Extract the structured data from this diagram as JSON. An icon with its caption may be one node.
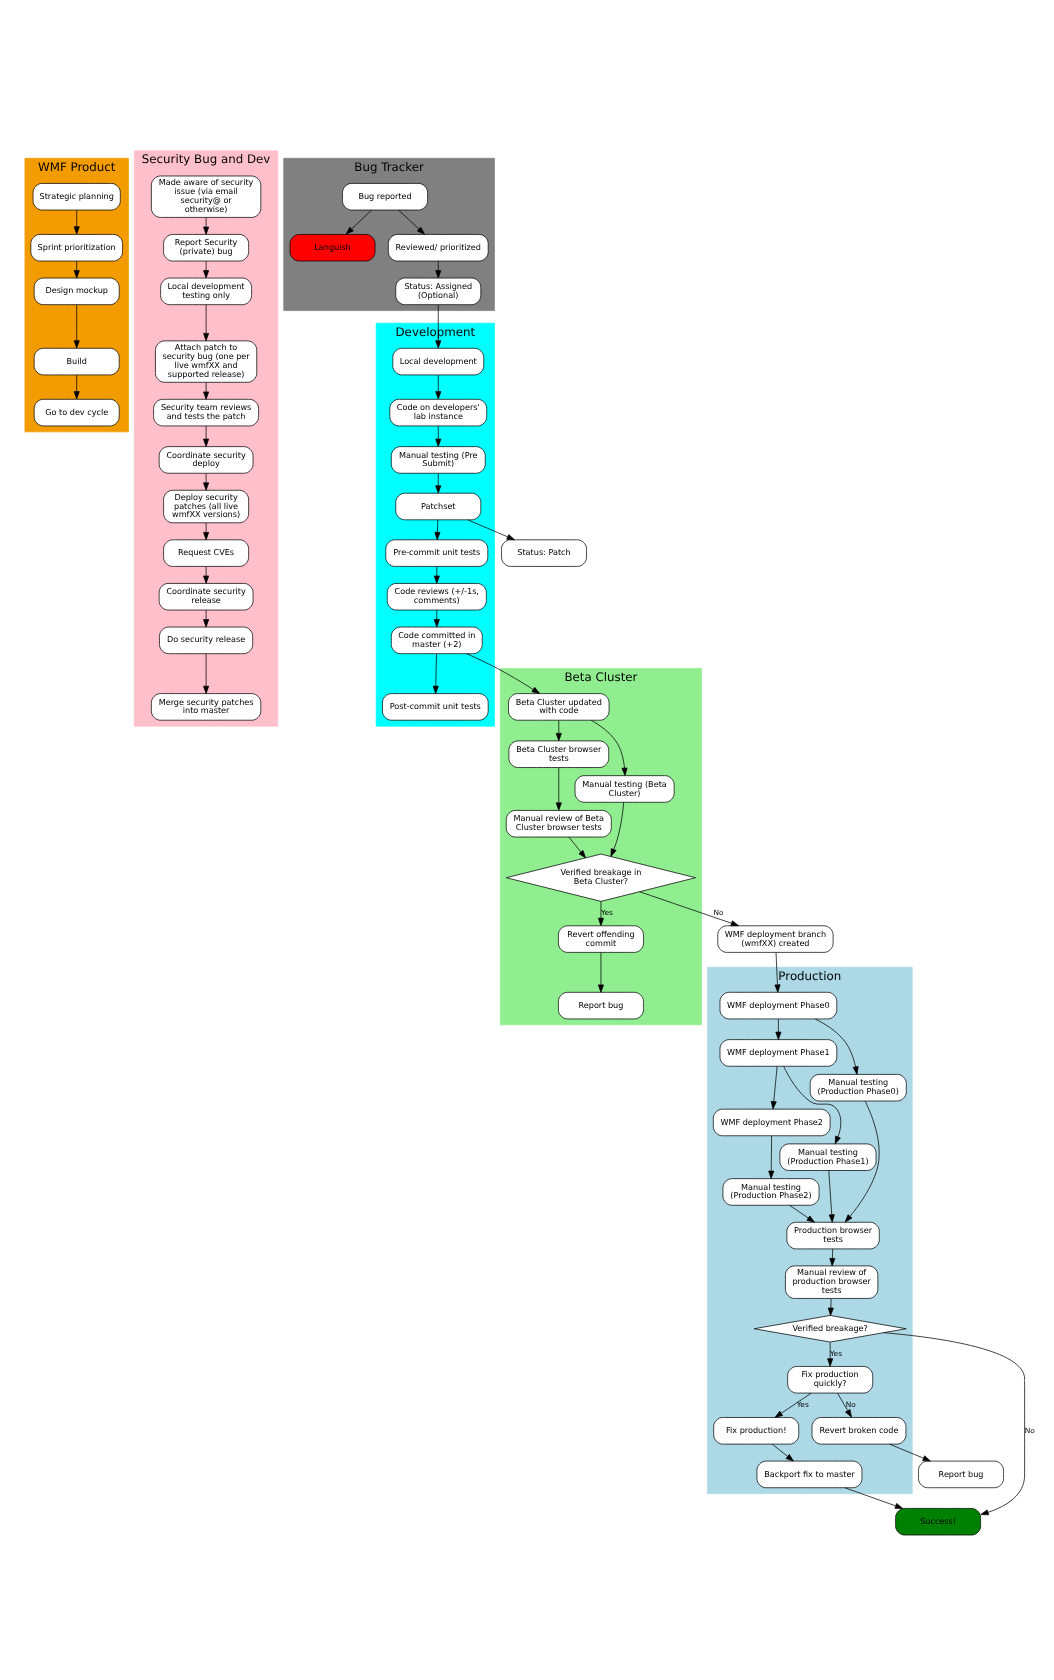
{
  "diagram": {
    "nodes": [
      {
        "text": [
          "WMF Product"
        ]
      },
      {
        "text": [
          "Strategic planning"
        ],
        "in": 0
      },
      {
        "text": [
          "Sprint prioritization"
        ],
        "in": 0
      },
      {
        "text": [
          "Design mockup"
        ],
        "in": 0
      },
      {
        "text": [
          "Build"
        ],
        "in": 0
      },
      {
        "text": [
          "Go to dev cycle"
        ],
        "in": 0
      },
      {
        "text": [
          "Security Bug and Dev"
        ]
      },
      {
        "text": [
          "Made aware of security issue (via email security@ or otherwise)"
        ],
        "in": 6
      },
      {
        "text": [
          "Report Security (private) bug"
        ],
        "in": 6
      },
      {
        "text": [
          "Local development testing only"
        ],
        "in": 6
      },
      {
        "text": [
          "Attach patch to security bug (one per live wmfXX and supported release)"
        ],
        "in": 6
      },
      {
        "text": [
          "Security team reviews and tests the patch"
        ],
        "in": 6
      },
      {
        "text": [
          "Coordinate security deploy"
        ],
        "in": 6
      },
      {
        "text": [
          "Deploy security patches (all live wmfXX versions)"
        ],
        "in": 6
      },
      {
        "text": [
          "Request CVEs"
        ],
        "in": 6
      },
      {
        "text": [
          "Coordinate security release"
        ],
        "in": 6
      },
      {
        "text": [
          "Do security release"
        ],
        "in": 6
      },
      {
        "text": [
          "Merge security patches into master"
        ],
        "in": 6
      },
      {
        "text": [
          "Bug Tracker"
        ]
      },
      {
        "text": [
          "Bug reported"
        ],
        "in": 18
      },
      {
        "text": [
          "Languish"
        ],
        "in": 18
      },
      {
        "text": [
          "Reviewed/ prioritized"
        ],
        "in": 18
      },
      {
        "text": [
          "Status: Assigned (Optional)"
        ],
        "in": 18
      },
      {
        "text": [
          "Development"
        ]
      },
      {
        "text": [
          "Local development"
        ],
        "in": 23
      },
      {
        "text": [
          "Code on developers' lab instance"
        ],
        "in": 23
      },
      {
        "text": [
          "Manual testing (Pre Submit)"
        ],
        "in": 23
      },
      {
        "text": [
          "Patchset"
        ],
        "in": 23
      },
      {
        "text": [
          "Status: Patch"
        ]
      },
      {
        "text": [
          "Pre-commit unit tests"
        ],
        "in": 23
      },
      {
        "text": [
          "Code reviews (+/-1s, comments)"
        ],
        "in": 23
      },
      {
        "text": [
          "Code committed in master (+2)"
        ],
        "in": 23
      },
      {
        "text": [
          "Post-commit unit tests"
        ],
        "in": 23
      },
      {
        "text": [
          "Beta Cluster"
        ]
      },
      {
        "text": [
          "Beta Cluster updated with code"
        ],
        "in": 33
      },
      {
        "text": [
          "Beta Cluster browser tests"
        ],
        "in": 33
      },
      {
        "text": [
          "Manual review of Beta Cluster browser tests"
        ],
        "in": 33
      },
      {
        "text": [
          "Verified breakage in Beta Cluster?"
        ],
        "in": 33
      },
      {
        "text": [
          "Revert offending commit"
        ],
        "in": 33
      },
      {
        "text": [
          "Report bug"
        ],
        "in": 33
      },
      {
        "text": [
          "Manual testing (Beta Cluster)"
        ],
        "in": 33
      },
      {
        "text": [
          "WMF deployment branch (wmfXX) created"
        ]
      },
      {
        "text": [
          "Production"
        ]
      },
      {
        "text": [
          "WMF deployment Phase0"
        ],
        "in": 42
      },
      {
        "text": [
          "WMF deployment Phase1"
        ],
        "in": 42
      },
      {
        "text": [
          "WMF deployment Phase2"
        ],
        "in": 42
      },
      {
        "text": [
          "Manual testing (Production Phase2)"
        ],
        "in": 42
      },
      {
        "text": [
          "Production browser tests"
        ],
        "in": 42
      },
      {
        "text": [
          "Manual testing (Production Phase1)"
        ],
        "in": 42
      },
      {
        "text": [
          "Manual testing (Production Phase0)"
        ],
        "in": 42
      },
      {
        "text": [
          "Manual review of production browser tests"
        ],
        "in": 42
      },
      {
        "text": [
          "Verified breakage?"
        ],
        "in": 42
      },
      {
        "text": [
          "Fix production quickly?"
        ],
        "in": 42
      },
      {
        "text": [
          "Fix production!"
        ],
        "in": 42
      },
      {
        "text": [
          "Backport fix to master"
        ],
        "in": 42
      },
      {
        "text": [
          "Success!"
        ]
      },
      {
        "text": [
          "Revert broken code"
        ],
        "in": 42
      },
      {
        "text": [
          "Report bug"
        ]
      }
    ],
    "edges": [
      {
        "from": 1,
        "to": 2,
        "arrow": "to"
      },
      {
        "from": 2,
        "to": 3,
        "arrow": "to"
      },
      {
        "from": 3,
        "to": 4,
        "arrow": "to"
      },
      {
        "from": 4,
        "to": 5,
        "arrow": "to"
      },
      {
        "from": 7,
        "to": 8,
        "arrow": "to"
      },
      {
        "from": 8,
        "to": 9,
        "arrow": "to"
      },
      {
        "from": 9,
        "to": 10,
        "arrow": "to"
      },
      {
        "from": 10,
        "to": 11,
        "arrow": "to"
      },
      {
        "from": 11,
        "to": 12,
        "arrow": "to"
      },
      {
        "from": 12,
        "to": 13,
        "arrow": "to"
      },
      {
        "from": 13,
        "to": 14,
        "arrow": "to"
      },
      {
        "from": 14,
        "to": 15,
        "arrow": "to"
      },
      {
        "from": 15,
        "to": 16,
        "arrow": "to"
      },
      {
        "from": 16,
        "to": 17,
        "arrow": "to"
      },
      {
        "from": 19,
        "to": 20,
        "arrow": "to"
      },
      {
        "from": 19,
        "to": 21,
        "arrow": "to"
      },
      {
        "from": 21,
        "to": 22,
        "arrow": "to"
      },
      {
        "from": 22,
        "to": 24,
        "arrow": "to"
      },
      {
        "from": 24,
        "to": 25,
        "arrow": "to"
      },
      {
        "from": 25,
        "to": 26,
        "arrow": "to"
      },
      {
        "from": 26,
        "to": 27,
        "arrow": "to"
      },
      {
        "from": 27,
        "to": 28,
        "arrow": "to"
      },
      {
        "from": 27,
        "to": 29,
        "arrow": "to"
      },
      {
        "from": 29,
        "to": 30,
        "arrow": "to"
      },
      {
        "from": 30,
        "to": 31,
        "arrow": "to"
      },
      {
        "from": 31,
        "to": 32,
        "arrow": "to"
      },
      {
        "from": 31,
        "to": 34,
        "arrow": "to"
      },
      {
        "from": 34,
        "to": 35,
        "arrow": "to"
      },
      {
        "from": 35,
        "to": 36,
        "arrow": "to"
      },
      {
        "from": 36,
        "to": 37,
        "arrow": "to"
      },
      {
        "from": 34,
        "to": 40,
        "arrow": "to"
      },
      {
        "from": 40,
        "to": 37,
        "arrow": "to"
      },
      {
        "from": 37,
        "to": 38,
        "arrow": "to",
        "label": "Yes"
      },
      {
        "from": 38,
        "to": 39,
        "arrow": "to"
      },
      {
        "from": 37,
        "to": 41,
        "arrow": "to",
        "label": "No"
      },
      {
        "from": 41,
        "to": 43,
        "arrow": "to"
      },
      {
        "from": 43,
        "to": 44,
        "arrow": "to"
      },
      {
        "from": 43,
        "to": 49,
        "arrow": "to"
      },
      {
        "from": 44,
        "to": 45,
        "arrow": "to"
      },
      {
        "from": 44,
        "to": 48,
        "arrow": "to"
      },
      {
        "from": 45,
        "to": 46,
        "arrow": "to"
      },
      {
        "from": 46,
        "to": 47,
        "arrow": "to"
      },
      {
        "from": 48,
        "to": 47,
        "arrow": "to"
      },
      {
        "from": 49,
        "to": 47,
        "arrow": "to"
      },
      {
        "from": 47,
        "to": 50,
        "arrow": "to"
      },
      {
        "from": 50,
        "to": 51,
        "arrow": "to"
      },
      {
        "from": 51,
        "to": 52,
        "arrow": "to",
        "label": "Yes"
      },
      {
        "from": 51,
        "to": 55,
        "arrow": "to",
        "label": "No"
      },
      {
        "from": 52,
        "to": 53,
        "arrow": "to",
        "label": "Yes"
      },
      {
        "from": 52,
        "to": 56,
        "arrow": "to",
        "label": "No"
      },
      {
        "from": 53,
        "to": 54,
        "arrow": "to"
      },
      {
        "from": 54,
        "to": 55,
        "arrow": "to"
      },
      {
        "from": 56,
        "to": 57,
        "arrow": "to"
      }
    ]
  }
}
